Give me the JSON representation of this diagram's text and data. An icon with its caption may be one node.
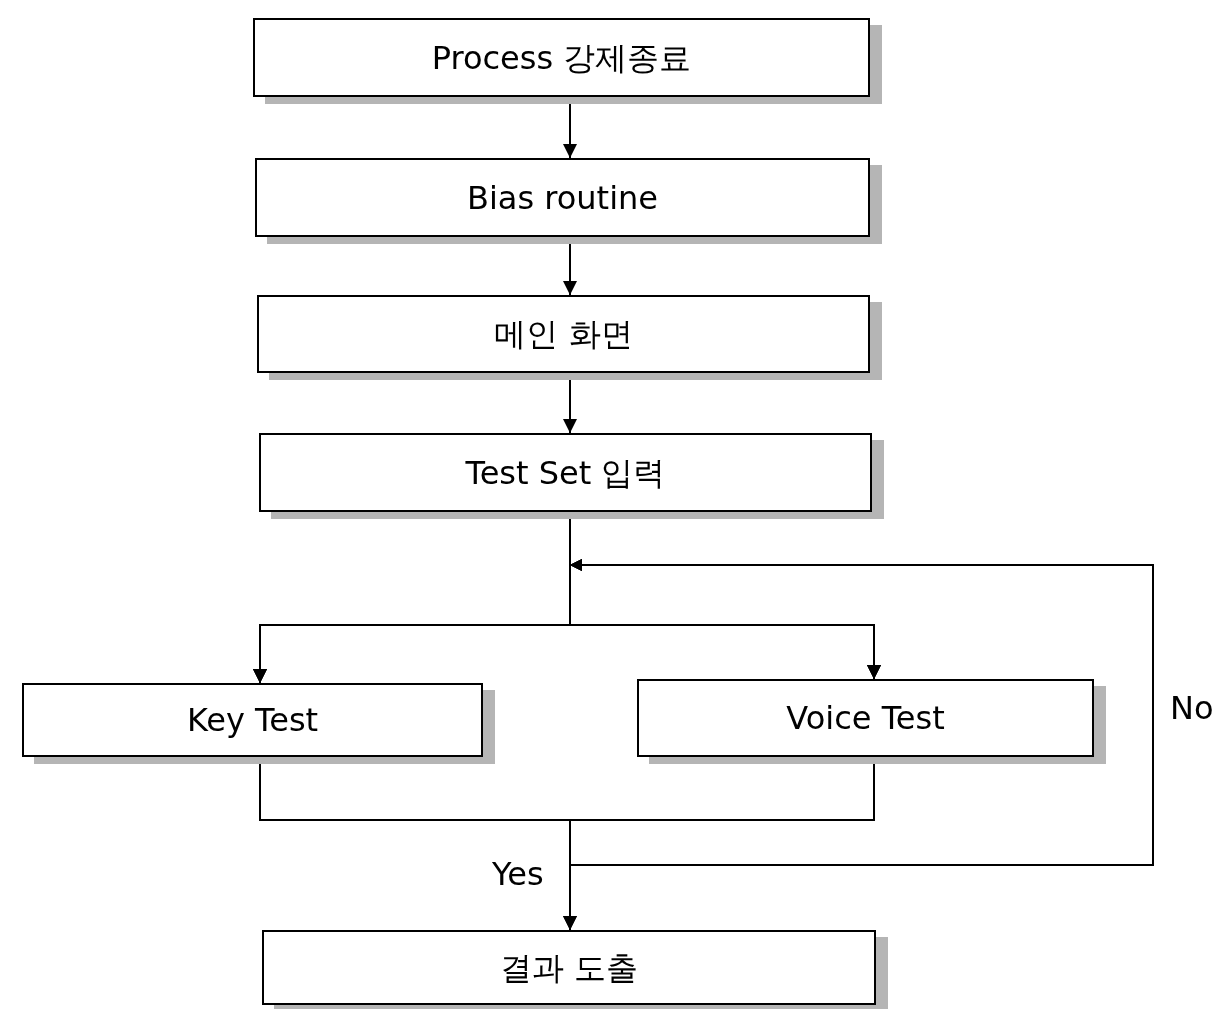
{
  "diagram": {
    "nodes": [
      {
        "text": [
          "Process 강제종료"
        ]
      },
      {
        "text": [
          "Bias routine"
        ]
      },
      {
        "text": [
          "메인 화면"
        ]
      },
      {
        "text": [
          "Test Set 입력"
        ]
      },
      {
        "text": [
          "Key Test"
        ]
      },
      {
        "text": [
          "Voice Test"
        ]
      },
      {
        "text": [
          "결과 도출"
        ]
      }
    ],
    "edges": [
      {
        "from": 0,
        "to": 1,
        "arrow": "to"
      },
      {
        "from": 1,
        "to": 2,
        "arrow": "to"
      },
      {
        "from": 2,
        "to": 3,
        "arrow": "to"
      },
      {
        "from": 3,
        "to": 4,
        "arrow": "to"
      },
      {
        "from": 3,
        "to": 5,
        "arrow": "to"
      },
      {
        "from": 4,
        "to": 6,
        "arrow": "to",
        "label": "Yes"
      },
      {
        "from": 5,
        "to": 6,
        "arrow": "to"
      },
      {
        "from": 4,
        "to": 4,
        "arrow": "to",
        "label": "No"
      },
      {
        "from": 4,
        "to": 5,
        "arrow": "to"
      },
      {
        "from": 5,
        "to": 4,
        "arrow": "to"
      },
      {
        "from": 5,
        "to": 5,
        "arrow": "to"
      }
    ]
  }
}
